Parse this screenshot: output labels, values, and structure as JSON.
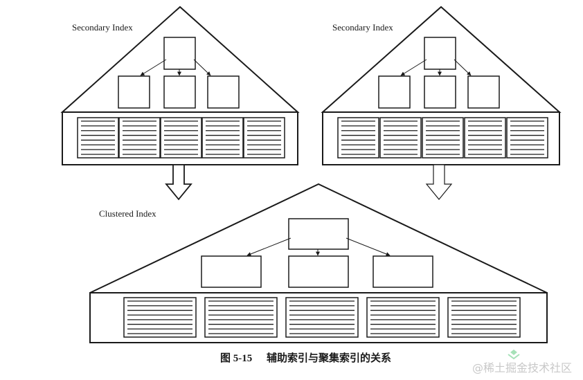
{
  "labels": {
    "secondary_left": "Secondary Index",
    "secondary_right": "Secondary Index",
    "clustered": "Clustered Index"
  },
  "caption": {
    "figure_number": "图 5-15",
    "text": "辅助索引与聚集索引的关系"
  },
  "watermark": {
    "icon_name": "juejin-logo-icon",
    "text": "@稀土掘金技术社区"
  },
  "colors": {
    "ink": "#1a1a1a",
    "watermark": "#c8c8c8",
    "logo_accent": "#a6e1b8"
  }
}
